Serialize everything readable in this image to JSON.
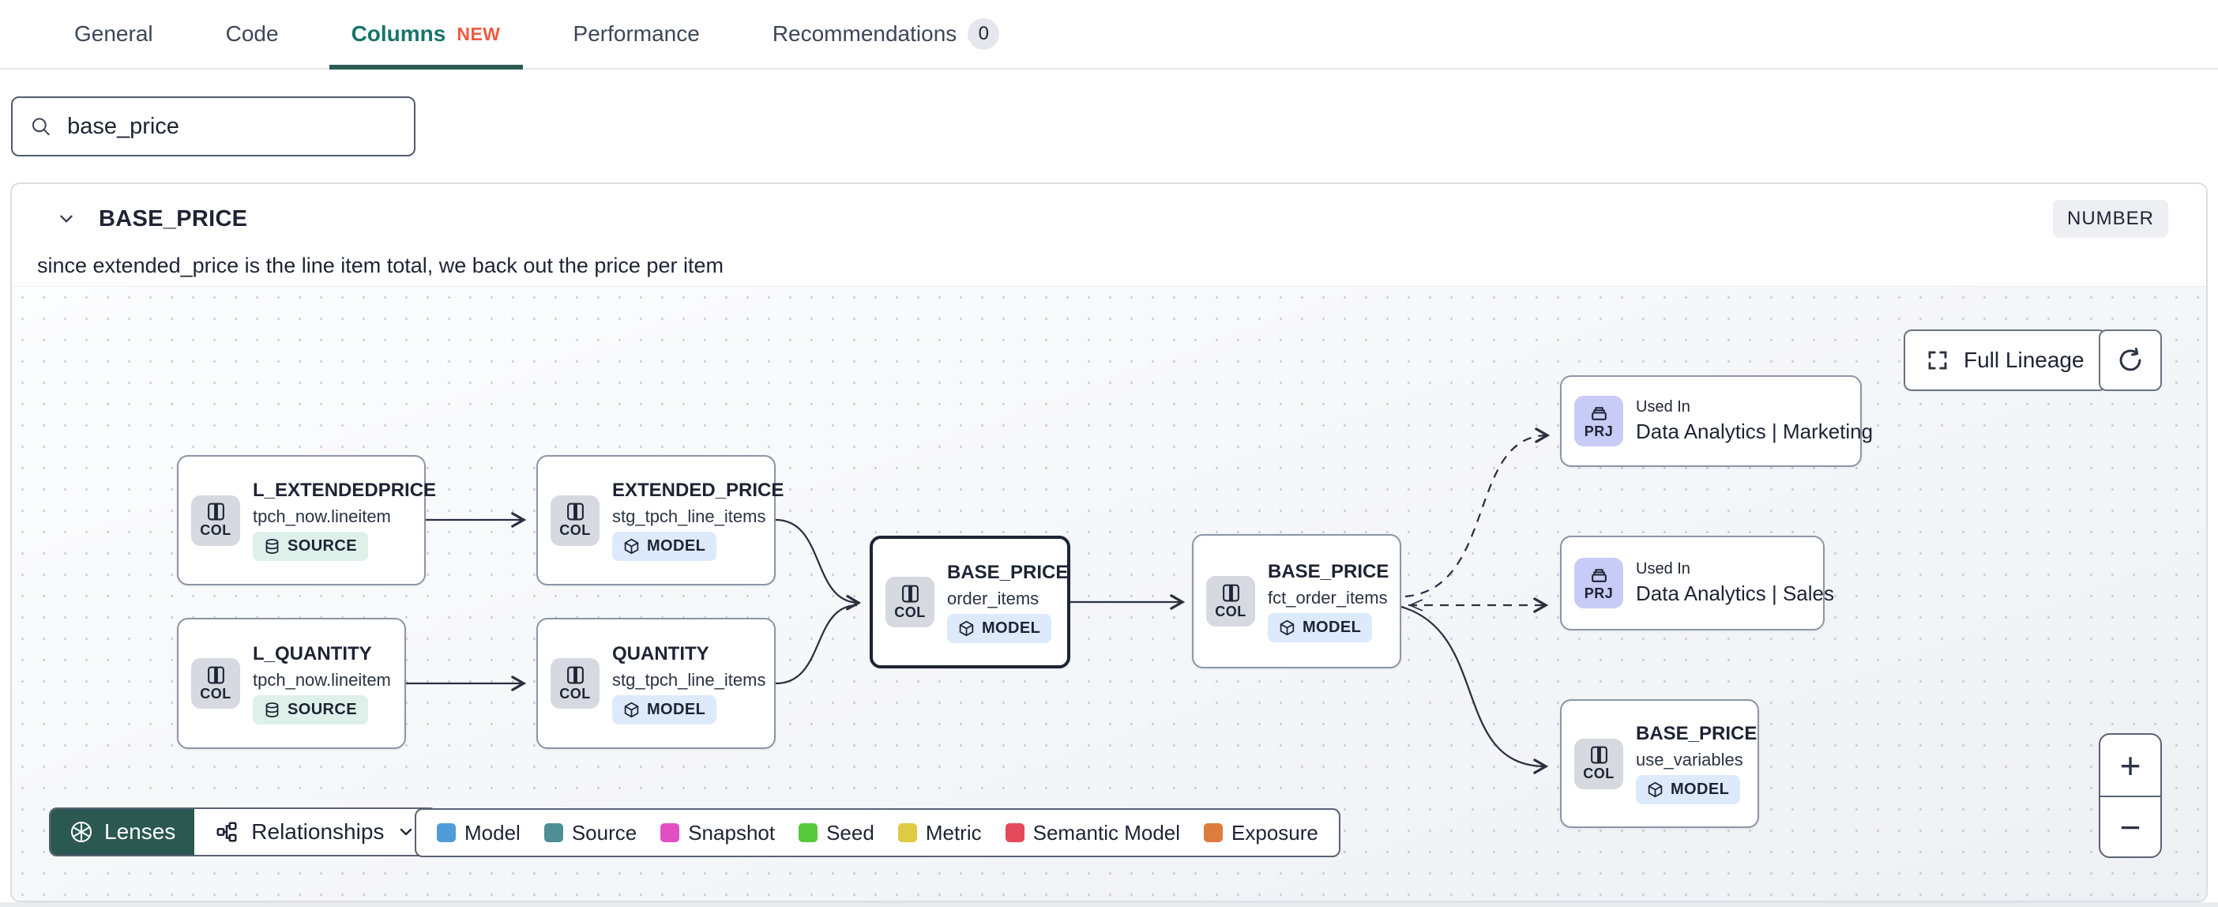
{
  "tabs": {
    "items": [
      {
        "label": "General"
      },
      {
        "label": "Code"
      },
      {
        "label": "Columns",
        "badge": "NEW"
      },
      {
        "label": "Performance"
      },
      {
        "label": "Recommendations",
        "count": "0"
      }
    ]
  },
  "search": {
    "value": "base_price"
  },
  "column_panel": {
    "name": "BASE_PRICE",
    "type": "NUMBER",
    "description": "since extended_price is the line item total, we back out the price per item"
  },
  "lineage": {
    "full_lineage_button": "Full Lineage",
    "chip_col": "COL",
    "chip_prj": "PRJ",
    "nodes": [
      {
        "title": "L_EXTENDEDPRICE",
        "subtitle": "tpch_now.lineitem",
        "badge": "SOURCE"
      },
      {
        "title": "EXTENDED_PRICE",
        "subtitle": "stg_tpch_line_items",
        "badge": "MODEL"
      },
      {
        "title": "L_QUANTITY",
        "subtitle": "tpch_now.lineitem",
        "badge": "SOURCE"
      },
      {
        "title": "QUANTITY",
        "subtitle": "stg_tpch_line_items",
        "badge": "MODEL"
      },
      {
        "title": "BASE_PRICE",
        "subtitle": "order_items",
        "badge": "MODEL",
        "selected": true
      },
      {
        "title": "BASE_PRICE",
        "subtitle": "fct_order_items",
        "badge": "MODEL"
      },
      {
        "used_in": "Used In",
        "title": "Data Analytics | Marketing"
      },
      {
        "used_in": "Used In",
        "title": "Data Analytics | Sales"
      },
      {
        "title": "BASE_PRICE",
        "subtitle": "use_variables",
        "badge": "MODEL"
      }
    ],
    "lenses_label": "Lenses",
    "relationships_label": "Relationships",
    "legend": [
      {
        "label": "Model",
        "color": "#4f9cdb"
      },
      {
        "label": "Source",
        "color": "#4f8e96"
      },
      {
        "label": "Snapshot",
        "color": "#e24fc2"
      },
      {
        "label": "Seed",
        "color": "#56c93c"
      },
      {
        "label": "Metric",
        "color": "#decb44"
      },
      {
        "label": "Semantic Model",
        "color": "#e44a5c"
      },
      {
        "label": "Exposure",
        "color": "#dd7c3e"
      }
    ],
    "zoom_in": "+",
    "zoom_out": "−",
    "colors": {
      "accent_teal": "#17756b",
      "new_badge": "#ee5b40",
      "lenses_bg": "#2b5951",
      "selected_border": "#1d2433"
    }
  }
}
